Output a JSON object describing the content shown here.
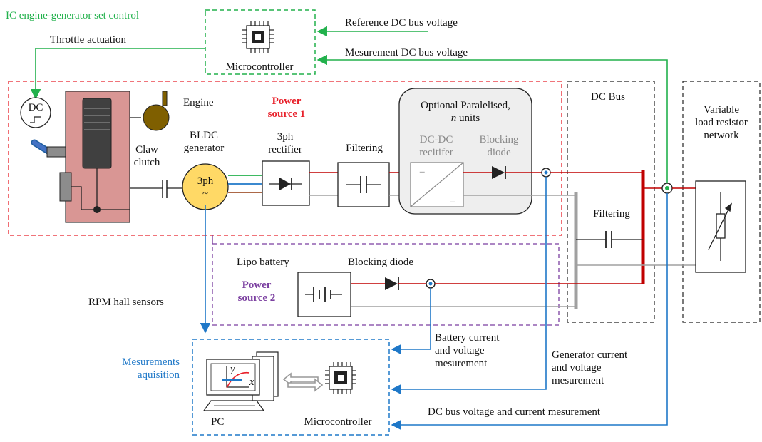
{
  "colors": {
    "green": "#22b14c",
    "blue": "#1f78c8",
    "red_dash": "#e8202a",
    "purple": "#7b3fa0",
    "power_red": "#c00000",
    "bus_gray": "#a0a0a0",
    "engine_body": "#d99694",
    "engine_cap": "#7f5f00",
    "generator": "#ffd966",
    "optional_fill": "#eeeeee"
  },
  "labels": {
    "ic_control": "IC engine-generator set control",
    "throttle": "Throttle actuation",
    "microcontroller_top": "Microcontroller",
    "reference_dc": "Reference DC bus voltage",
    "measurement_dc": "Mesurement DC bus voltage",
    "dc_motor": "DC",
    "engine": "Engine",
    "power_source_1_line1": "Power",
    "power_source_1_line2": "source 1",
    "optional_line1": "Optional Paralelised,",
    "optional_n": "n",
    "optional_units": " units",
    "dc_bus": "DC Bus",
    "variable_load_line1": "Variable",
    "variable_load_line2": "load resistor",
    "variable_load_line3": "network",
    "bldc_line1": "BLDC",
    "bldc_line2": "generator",
    "rectifier_line1": "3ph",
    "rectifier_line2": "rectifier",
    "filtering_1": "Filtering",
    "dcdc_line1": "DC-DC",
    "dcdc_line2": "recitifer",
    "blocking_line1": "Blocking",
    "blocking_line2": "diode",
    "claw_line1": "Claw",
    "claw_line2": "clutch",
    "gen_3ph": "3ph",
    "gen_tilde": "~",
    "filtering_2": "Filtering",
    "lipo": "Lipo battery",
    "blocking_diode_2": "Blocking diode",
    "power_source_2_line1": "Power",
    "power_source_2_line2": "source 2",
    "rpm": "RPM hall sensors",
    "battery_meas_line1": "Battery current",
    "battery_meas_line2": "and voltage",
    "battery_meas_line3": "mesurement",
    "gen_meas_line1": "Generator current",
    "gen_meas_line2": "and voltage",
    "gen_meas_line3": "mesurement",
    "meas_acq_line1": "Mesurements",
    "meas_acq_line2": "aquisition",
    "pc": "PC",
    "microcontroller_bottom": "Microcontroller",
    "dc_bus_meas": "DC bus voltage and  current mesurement",
    "axis_y": "y",
    "axis_x": "x",
    "dcdc_eq_top": "=",
    "dcdc_eq_bottom": "="
  },
  "icons": [
    "microcontroller-chip-icon",
    "pc-icon",
    "battery-icon",
    "diode-icon",
    "capacitor-icon",
    "variable-resistor-icon",
    "current-sensor-icon"
  ]
}
